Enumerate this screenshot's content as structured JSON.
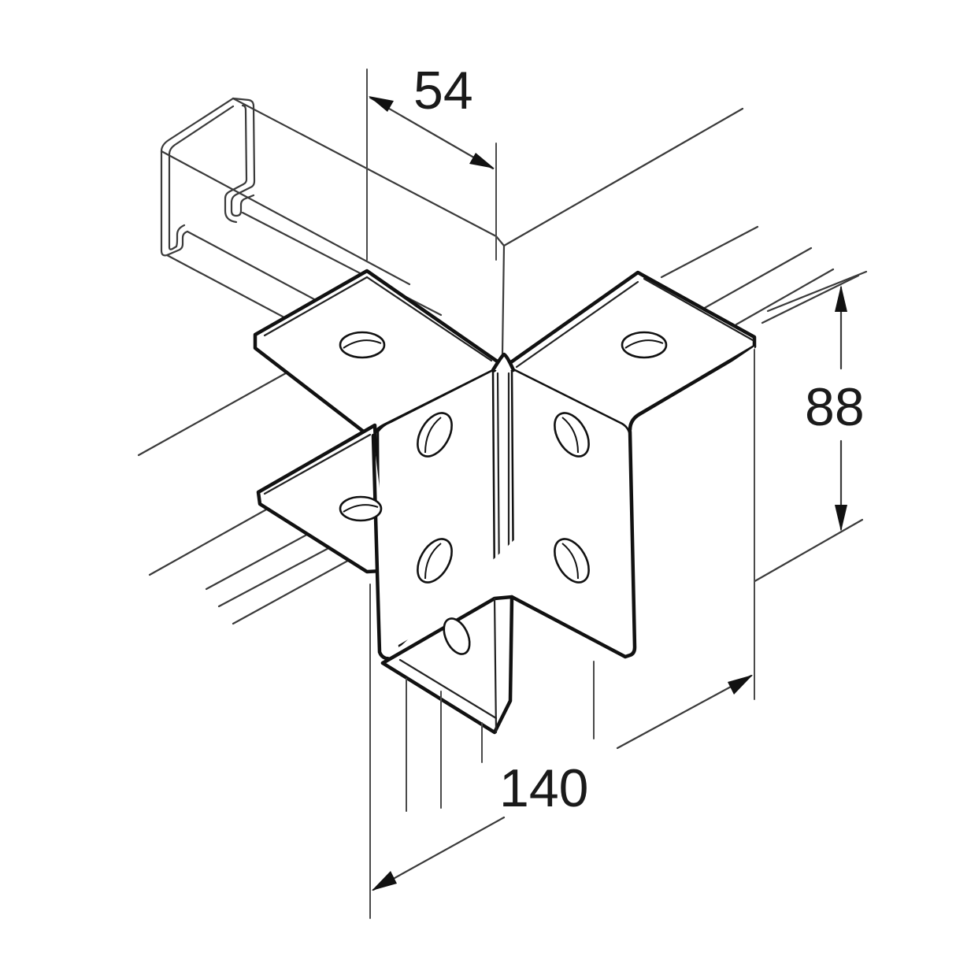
{
  "dimensions": {
    "top": "54",
    "height": "88",
    "width": "140"
  },
  "colors": {
    "line": "#111111",
    "background": "#ffffff"
  }
}
